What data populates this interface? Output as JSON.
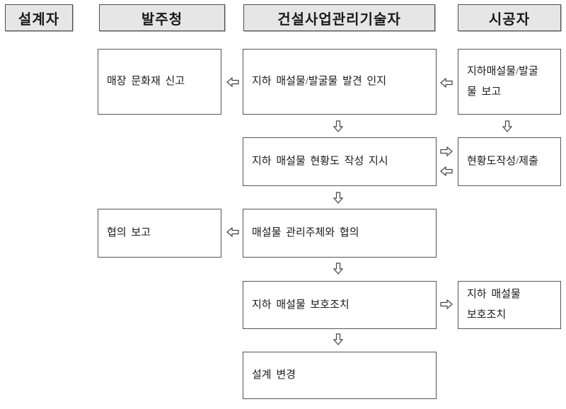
{
  "diagram": {
    "headers": [
      {
        "label": "설계자"
      },
      {
        "label": "발주청"
      },
      {
        "label": "건설사업관리기술자"
      },
      {
        "label": "시공자"
      }
    ],
    "boxes": [
      {
        "label": "매장 문화재 신고"
      },
      {
        "label": "지하 매설물/발굴물 발견 인지"
      },
      {
        "label": "지하매설물/발굴\n물 보고"
      },
      {
        "label": "지하 매설물 현황도 작성 지시"
      },
      {
        "label": "현황도작성/제출"
      },
      {
        "label": "협의 보고"
      },
      {
        "label": "매설물 관리주체와 협의"
      },
      {
        "label": "지하 매설물 보호조치"
      },
      {
        "label": "지하 매설물\n보호조치"
      },
      {
        "label": "설계 변경"
      }
    ],
    "icons": {
      "left_arrow": "hollow-left-arrow",
      "right_arrow": "hollow-right-arrow",
      "down_arrow": "hollow-down-arrow"
    },
    "colors": {
      "background": "#ffffff",
      "header_fill": "#e6e6e6",
      "header_border": "#4d4d4d",
      "box_border": "#555555",
      "arrow_outline": "#444444",
      "text": "#1a1a1a"
    }
  }
}
